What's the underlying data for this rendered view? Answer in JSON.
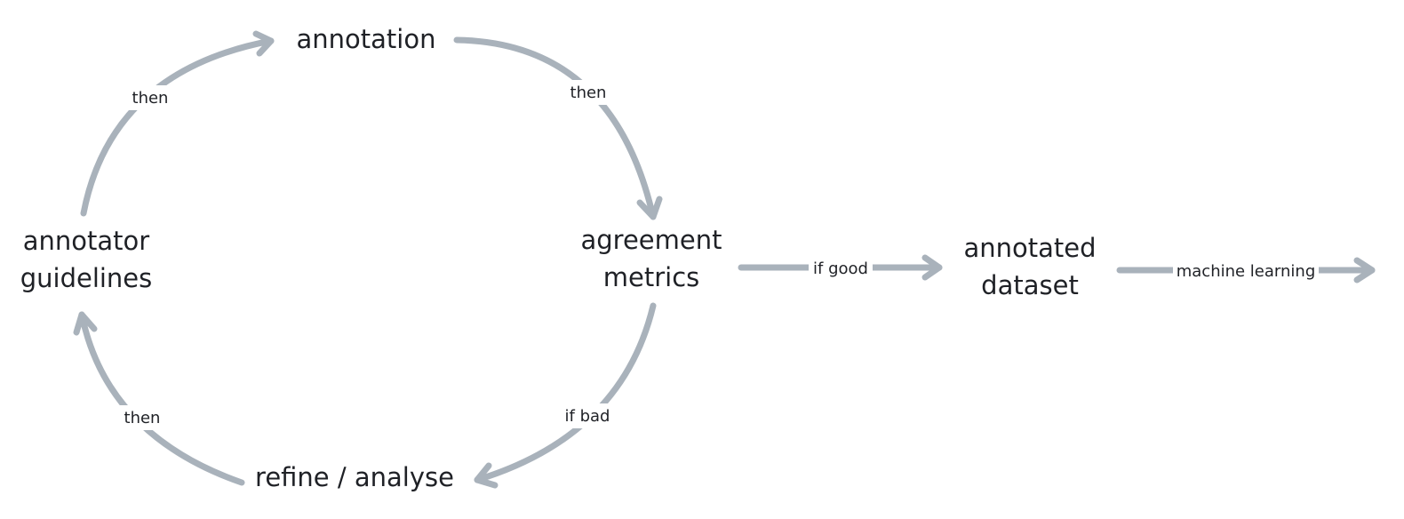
{
  "nodes": {
    "annotation": "annotation",
    "agreement_metrics": [
      "agreement",
      "metrics"
    ],
    "refine_analyse": "refine / analyse",
    "annotator_guidelines": [
      "annotator",
      "guidelines"
    ],
    "annotated_dataset": [
      "annotated",
      "dataset"
    ]
  },
  "edges": {
    "guidelines_to_annotation": "then",
    "annotation_to_metrics": "then",
    "metrics_to_refine": "if bad",
    "refine_to_guidelines": "then",
    "metrics_to_dataset": "if good",
    "dataset_to_output": "machine learning"
  },
  "colors": {
    "edge": "#a9b2bb",
    "text": "#1f2126"
  }
}
